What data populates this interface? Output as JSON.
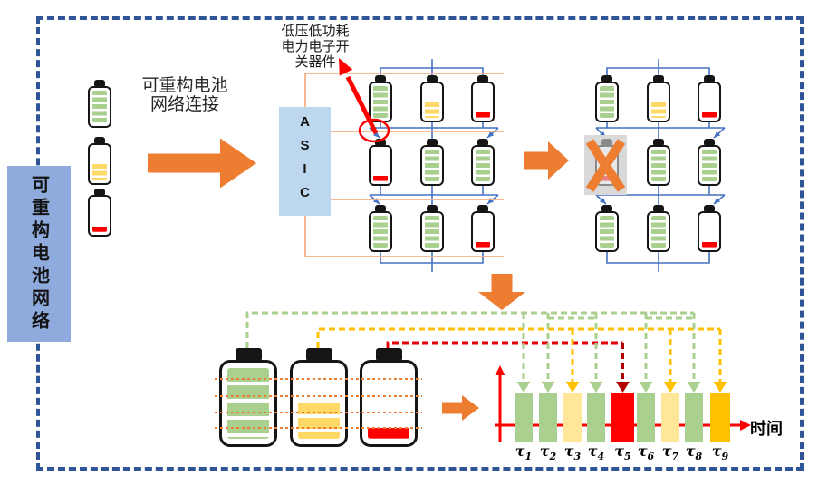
{
  "panel": {
    "label": "可重构电池网络"
  },
  "labels": {
    "connection": "可重构电池\n网络连接",
    "asic": "ASIC",
    "switch_note": "低压低功耗\n电力电子开\n关器件",
    "time_axis": "时间"
  },
  "legend": {
    "batteries": [
      "green",
      "yellow",
      "red"
    ]
  },
  "grid1": {
    "rows": [
      [
        "green",
        "yellow",
        "red"
      ],
      [
        "red",
        "green",
        "green"
      ],
      [
        "green",
        "green",
        "red"
      ]
    ]
  },
  "grid2": {
    "rows": [
      [
        "green",
        "yellow",
        "red"
      ],
      [
        "crossed",
        "green",
        "green"
      ],
      [
        "green",
        "green",
        "red"
      ]
    ]
  },
  "big_batteries": [
    "green",
    "yellow",
    "red"
  ],
  "timeline": {
    "slots": [
      {
        "base": "τ",
        "sub": "1",
        "state": "green"
      },
      {
        "base": "τ",
        "sub": "2",
        "state": "green"
      },
      {
        "base": "τ",
        "sub": "3",
        "state": "lightyellow"
      },
      {
        "base": "τ",
        "sub": "4",
        "state": "green"
      },
      {
        "base": "τ",
        "sub": "5",
        "state": "red"
      },
      {
        "base": "τ",
        "sub": "6",
        "state": "green"
      },
      {
        "base": "τ",
        "sub": "7",
        "state": "lightyellow"
      },
      {
        "base": "τ",
        "sub": "8",
        "state": "green"
      },
      {
        "base": "τ",
        "sub": "9",
        "state": "orange"
      }
    ],
    "axis_label": "时间"
  },
  "colors": {
    "border_blue": "#2F5597",
    "panel_blue": "#8FAADC",
    "asic_blue": "#BDD7EE",
    "arrow_orange": "#ED7D31",
    "line_orange": "#F4B183",
    "line_blue": "#4472C4",
    "batt_green": "#A9D08E",
    "batt_yellow": "#FFD966",
    "batt_red": "#FF0000",
    "bar_green": "#A9D08E",
    "bar_lightyellow": "#FFE699",
    "bar_red": "#FF0000",
    "bar_orange": "#FFC000",
    "dash_green": "#A9D08E",
    "dash_yellow": "#FFC000",
    "dash_red": "#E8000B",
    "dash_darkred": "#B00000",
    "axis_red": "#FF0000",
    "accent_red": "#FF0000",
    "x_gray": "#D9D9D9"
  }
}
